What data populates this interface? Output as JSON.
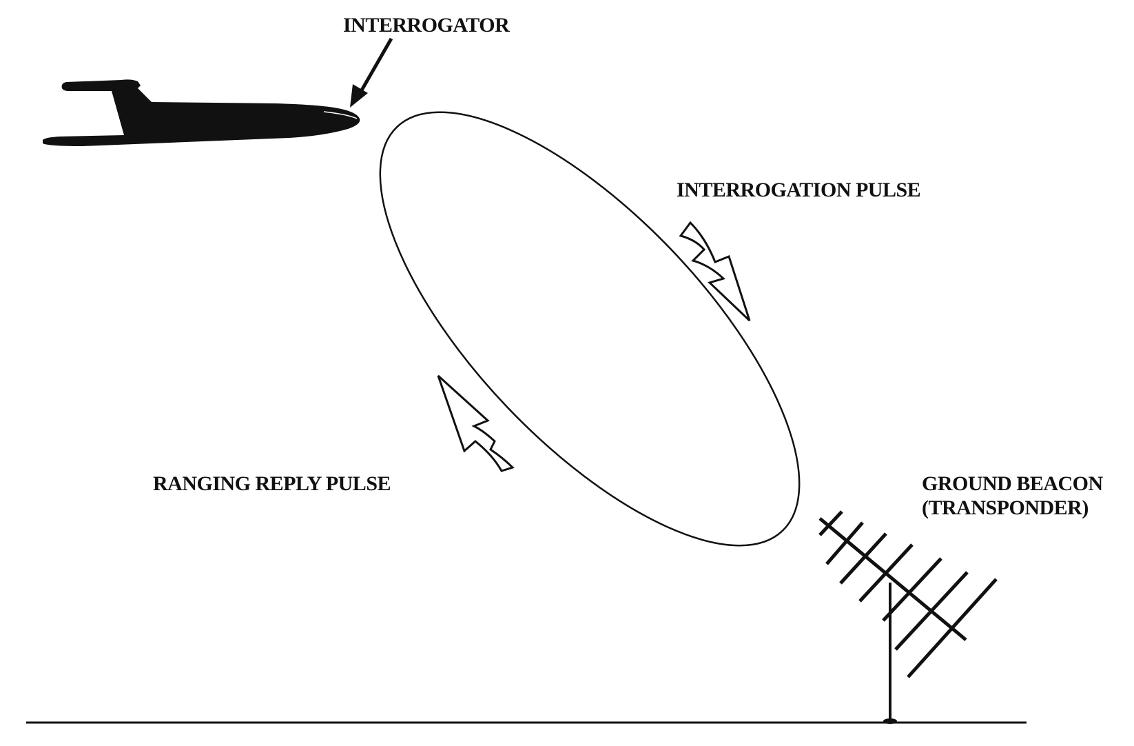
{
  "labels": {
    "interrogator": "INTERROGATOR",
    "interrogation_pulse": "INTERROGATION PULSE",
    "ranging_reply_pulse": "RANGING REPLY PULSE",
    "ground_beacon_line1": "GROUND BEACON",
    "ground_beacon_line2": "(TRANSPONDER)"
  },
  "icons": {
    "aircraft": "airplane-silhouette-icon",
    "antenna": "yagi-antenna-icon",
    "interrogation_arrow": "curved-arrow-down-right-icon",
    "reply_arrow": "curved-arrow-up-left-icon",
    "pointer_arrow": "pointer-arrow-icon"
  },
  "colors": {
    "ink": "#111111",
    "background": "#ffffff"
  }
}
